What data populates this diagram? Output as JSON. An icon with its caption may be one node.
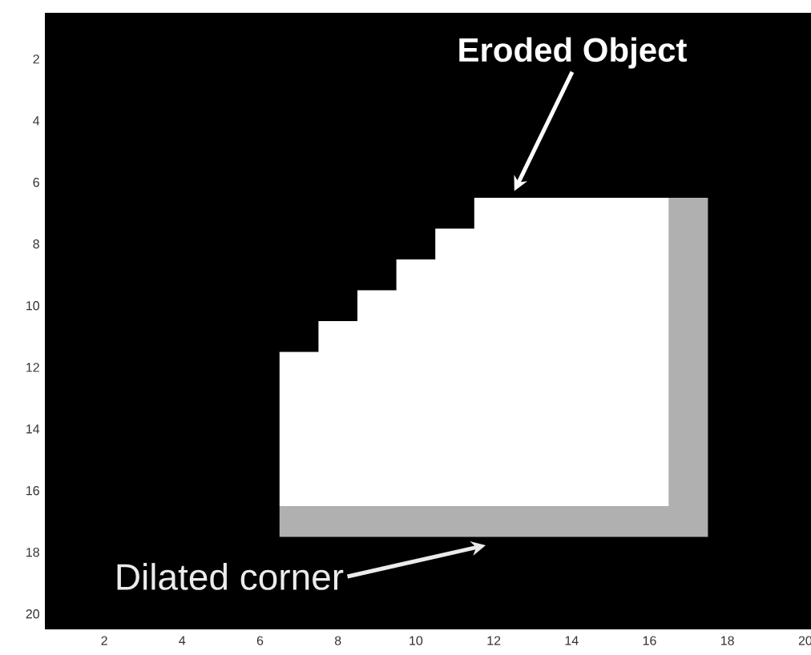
{
  "diagram": {
    "nodes": [
      {
        "text": [
          "Eroded Object"
        ]
      },
      {
        "text": [],
        "shape": "box"
      },
      {
        "text": [
          "Dilated corner"
        ]
      },
      {
        "text": [],
        "shape": "bar"
      }
    ],
    "edges": [
      {
        "from": 0,
        "to": 1,
        "arrow": "to"
      },
      {
        "from": 2,
        "to": 3,
        "arrow": "to"
      }
    ],
    "labels": [
      "2",
      "4",
      "6",
      "8",
      "10",
      "12",
      "14",
      "16",
      "18",
      "20",
      "2",
      "4",
      "6",
      "8",
      "10",
      "12",
      "14",
      "16",
      "18",
      "20"
    ]
  }
}
